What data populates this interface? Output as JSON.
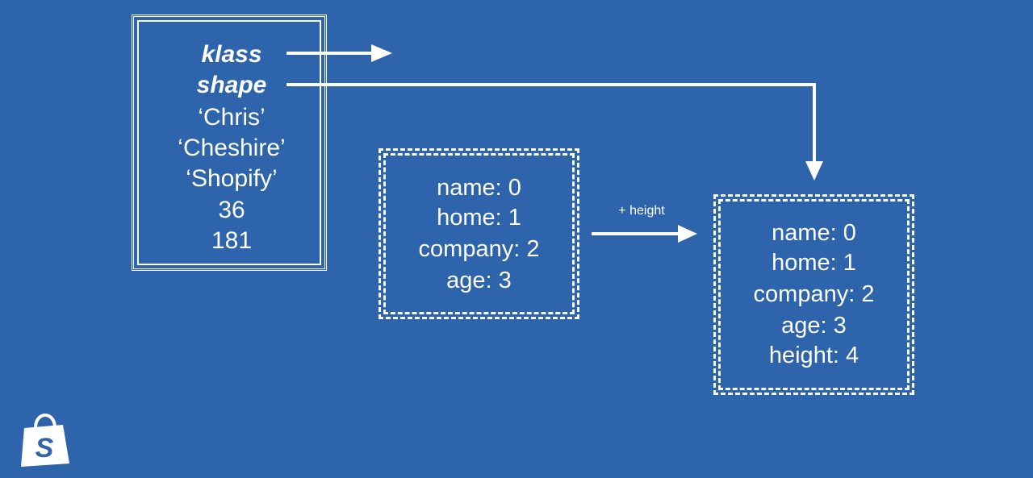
{
  "object": {
    "pointers": [
      "klass",
      "shape"
    ],
    "values": [
      "‘Chris’",
      "‘Cheshire’",
      "‘Shopify’",
      "36",
      "181"
    ]
  },
  "shape_before": {
    "entries": [
      "name: 0",
      "home: 1",
      "company: 2",
      "age: 3"
    ]
  },
  "shape_after": {
    "entries": [
      "name: 0",
      "home: 1",
      "company: 2",
      "age: 3",
      "height: 4"
    ]
  },
  "transition": {
    "label": "+ height"
  },
  "logo": {
    "icon": "shopify-bag-icon",
    "letter": "S"
  },
  "colors": {
    "background": "#2e64ab",
    "foreground": "#ffffff"
  }
}
